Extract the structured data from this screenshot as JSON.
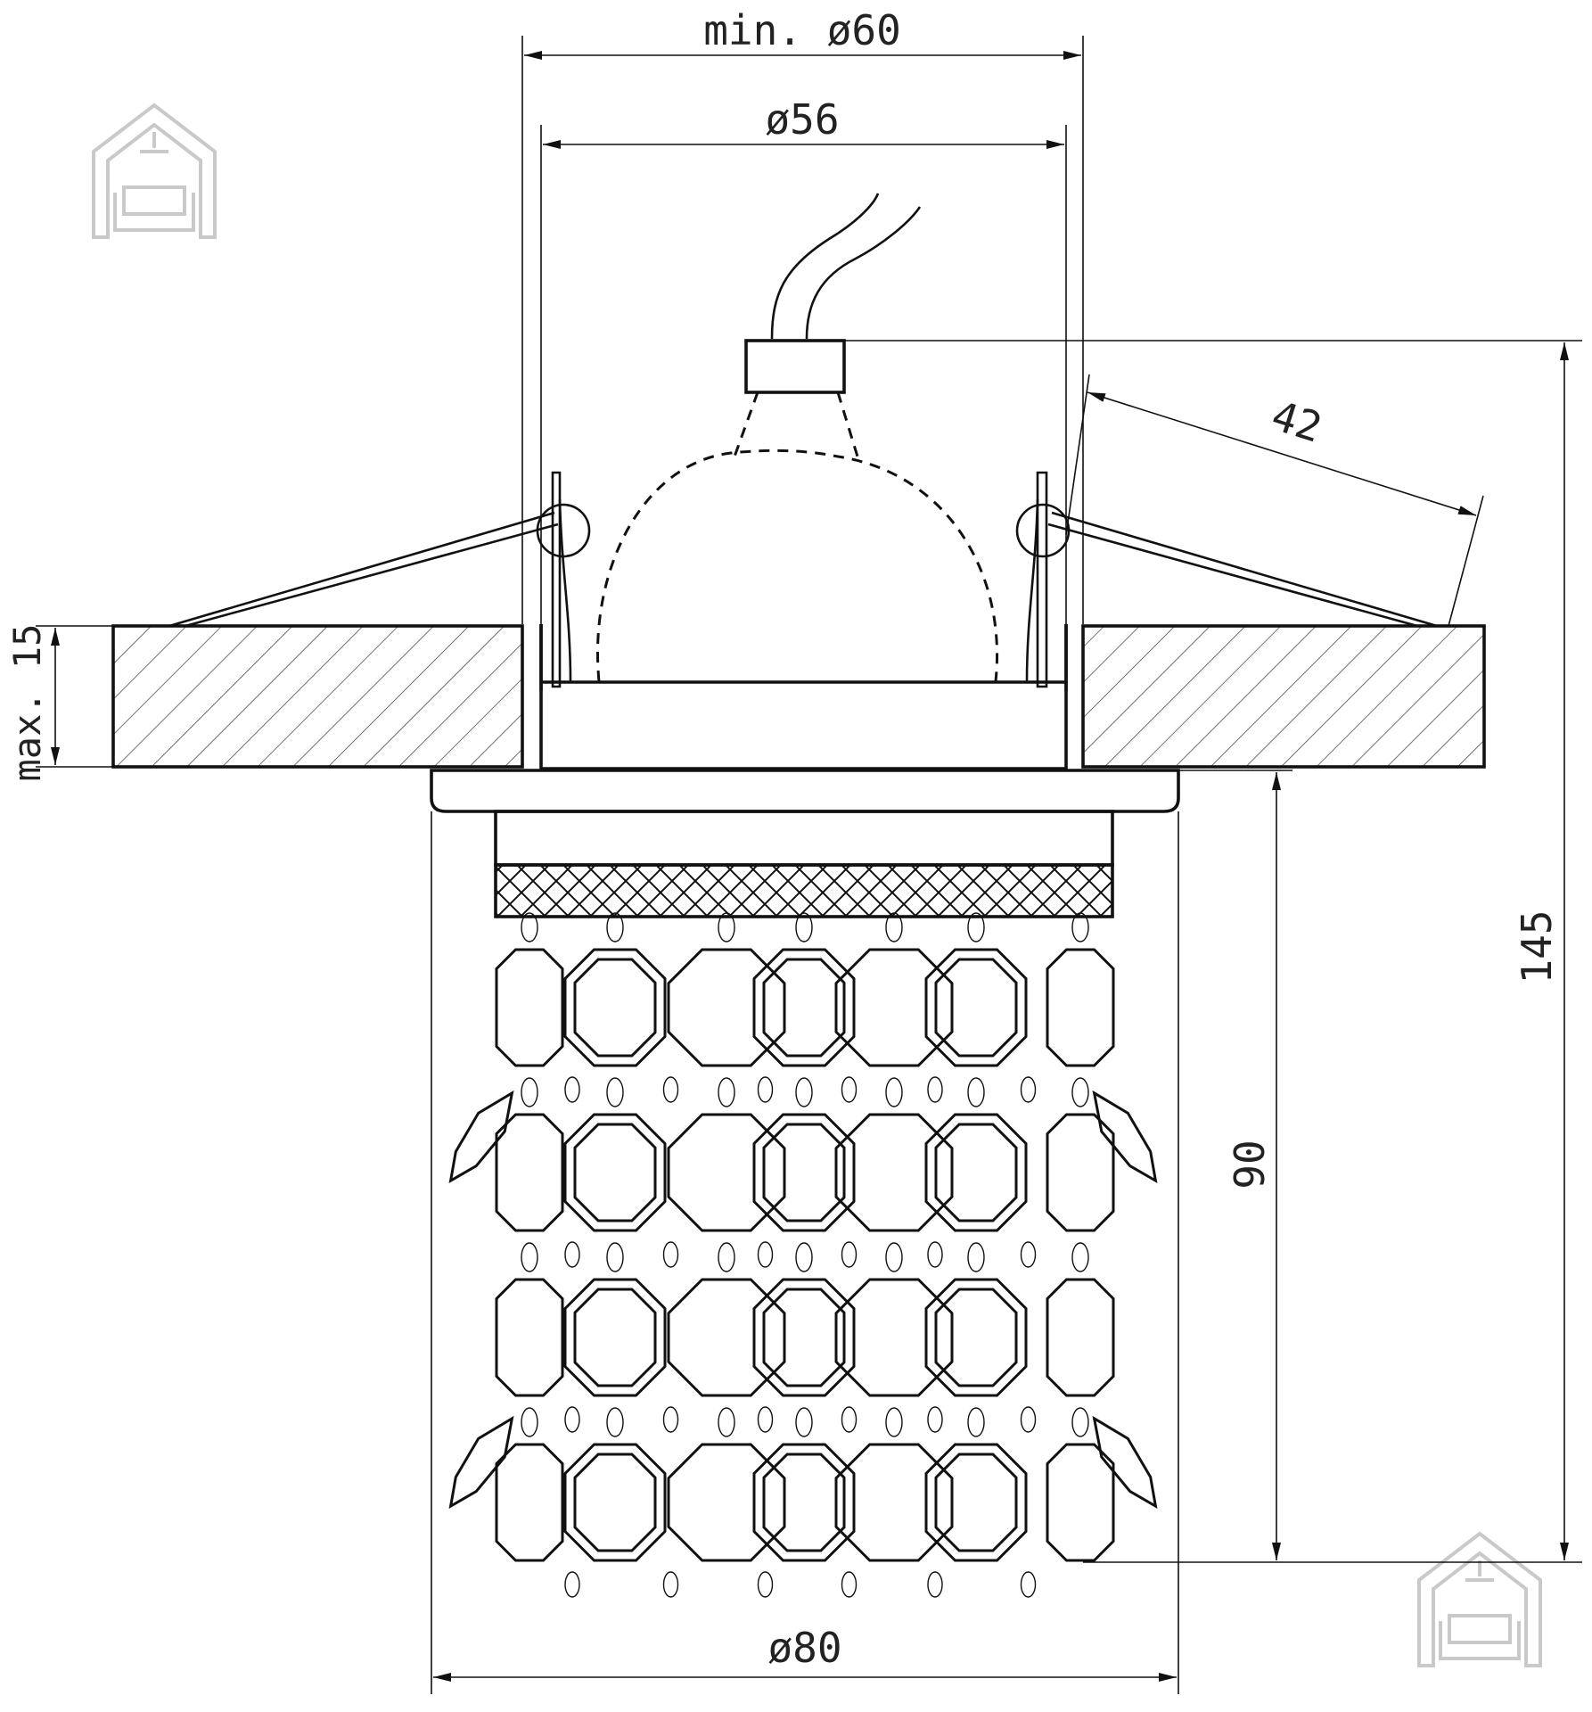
{
  "dimensions": {
    "min_cutout_diameter": "min. ø60",
    "fixture_diameter": "ø56",
    "spring_reach": "42",
    "max_ceiling_thickness": "max. 15",
    "total_height": "145",
    "visible_height": "90",
    "outer_diameter": "ø80"
  },
  "colors": {
    "line": "#111111",
    "hatch": "#444444",
    "logo": "#c9c9c9",
    "background": "#ffffff"
  },
  "logos": [
    "house-logo-icon",
    "house-logo-icon"
  ]
}
